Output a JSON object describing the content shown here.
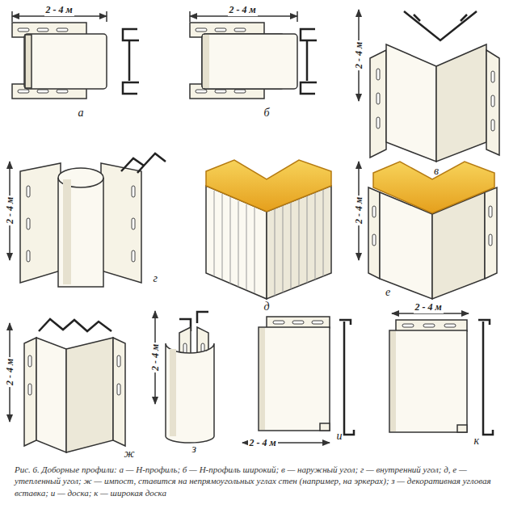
{
  "diagram": {
    "caption": "Рис. 6. Доборные профили: а — Н-профиль; б — Н-профиль широкий; в — наружный угол; г — внутренний угол; д, е — утепленный угол; ж — импост, ставится на непрямоугольных углах стен (например, на эркерах); з — декоративная угловая вставка; и — доска; к — широкая доска",
    "labels": [
      "2 - 4 м",
      "2 - 4 м",
      "2 - 4 м",
      "а",
      "б",
      "в",
      "2 - 4 м",
      "2 - 4 м",
      "г",
      "д",
      "е",
      "2 - 4 м",
      "2 - 4 м",
      "2 - 4 м",
      "ж",
      "з",
      "2 - 4 м",
      "и",
      "к"
    ]
  }
}
